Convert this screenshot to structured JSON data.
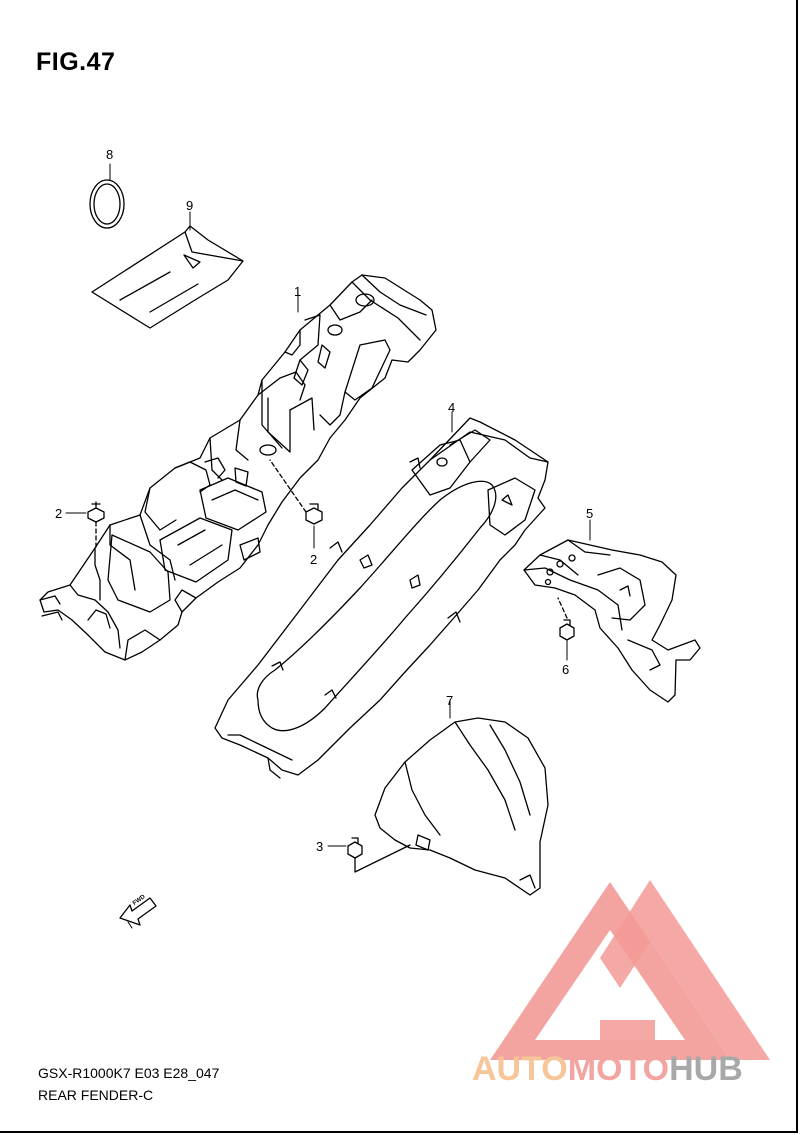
{
  "figure": {
    "title": "FIG.47",
    "model_code": "GSX-R1000K7 E03 E28_047",
    "section_name": "REAR FENDER-C"
  },
  "callouts": [
    "8",
    "9",
    "1",
    "2",
    "2",
    "4",
    "5",
    "6",
    "7",
    "3"
  ],
  "fwd_arrow": {
    "label": "FWD",
    "icon": "fwd-arrow-icon"
  },
  "watermark": {
    "icon": "triangle-logo-icon",
    "text_part1": "AUTO",
    "text_part2": "MOTO",
    "text_part3": "HUB",
    "colors": {
      "part1": "#f7c59a",
      "part2": "#f3a3a0",
      "part3": "#a8a8a8",
      "logo": "#f39a96"
    }
  }
}
